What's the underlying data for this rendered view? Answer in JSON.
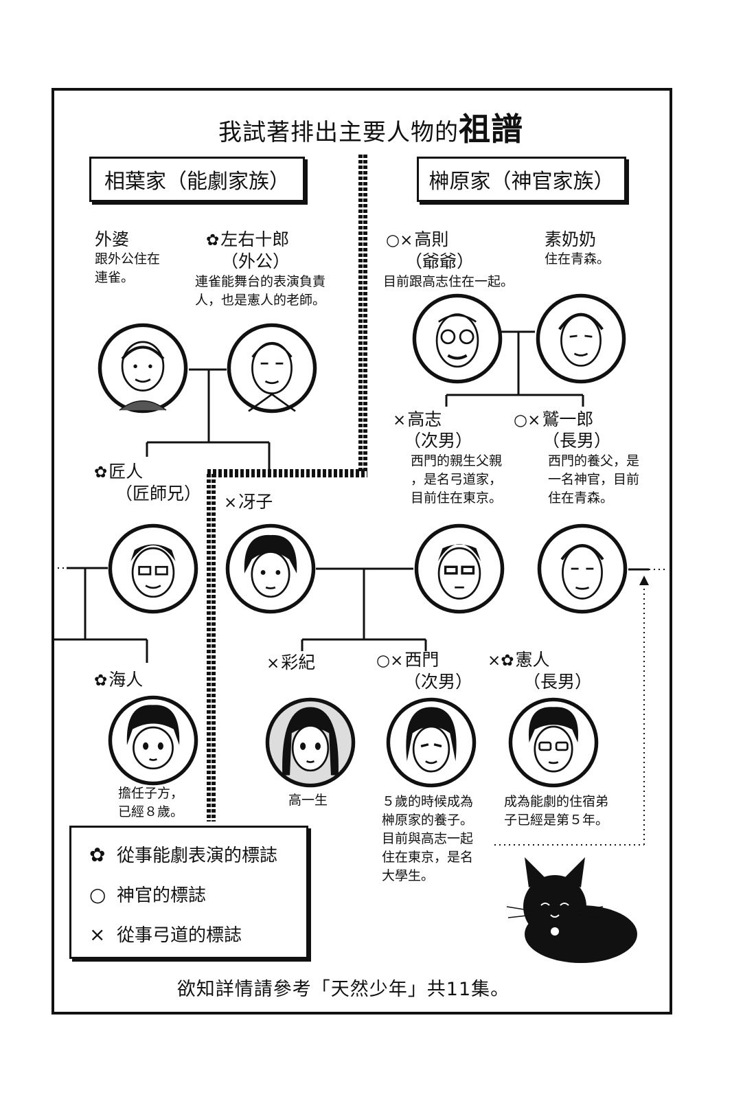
{
  "title": {
    "prefix": "我試著排出主要人物的",
    "emphasis": "祖譜"
  },
  "families": {
    "aiba": "相葉家（能劇家族）",
    "sakakibara": "榊原家（神官家族）"
  },
  "people": {
    "grandmother": {
      "name": "外婆",
      "desc1": "跟外公住在",
      "desc2": "連雀。"
    },
    "sayujuro": {
      "marks": "✿",
      "name": "左右十郎",
      "role": "（外公）",
      "desc1": "連雀能舞台的表演負責",
      "desc2": "人，也是憲人的老師。"
    },
    "takanori": {
      "marks": "○×",
      "name": "高則",
      "role": "（爺爺）",
      "desc1": "目前跟高志住在一起。"
    },
    "motonai": {
      "name": "素奶奶",
      "desc1": "住在青森。"
    },
    "takashi": {
      "marks": "×",
      "name": "高志",
      "role": "（次男）",
      "desc1": "西門的親生父親",
      "desc2": "，是名弓道家，",
      "desc3": "目前住在東京。"
    },
    "washiichiro": {
      "marks": "○×",
      "name": "鷲一郎",
      "role": "（長男）",
      "desc1": "西門的養父，是",
      "desc2": "一名神官，目前",
      "desc3": "住在青森。"
    },
    "takumi": {
      "marks": "✿",
      "name": "匠人",
      "role": "（匠師兄）"
    },
    "saeko": {
      "marks": "×",
      "name": "冴子"
    },
    "kaito": {
      "marks": "✿",
      "name": "海人",
      "desc1": "擔任子方，",
      "desc2": "已經８歲。"
    },
    "saki": {
      "marks": "×",
      "name": "彩紀",
      "desc1": "高一生"
    },
    "saimon": {
      "marks": "○×",
      "name": "西門",
      "role": "（次男）",
      "desc1": "５歲的時候成為",
      "desc2": "榊原家的養子。",
      "desc3": "目前與高志一起",
      "desc4": "住在東京，是名",
      "desc5": "大學生。"
    },
    "kento": {
      "marks": "×✿",
      "name": "憲人",
      "role": "（長男）",
      "desc1": "成為能劇的住宿弟",
      "desc2": "子已經是第５年。"
    }
  },
  "legend": {
    "noh": {
      "icon": "✿",
      "label": "從事能劇表演的標誌"
    },
    "priest": {
      "icon": "○",
      "label": "神官的標誌"
    },
    "archery": {
      "icon": "×",
      "label": "從事弓道的標誌"
    }
  },
  "footer": "欲知詳情請參考「天然少年」共11集。"
}
